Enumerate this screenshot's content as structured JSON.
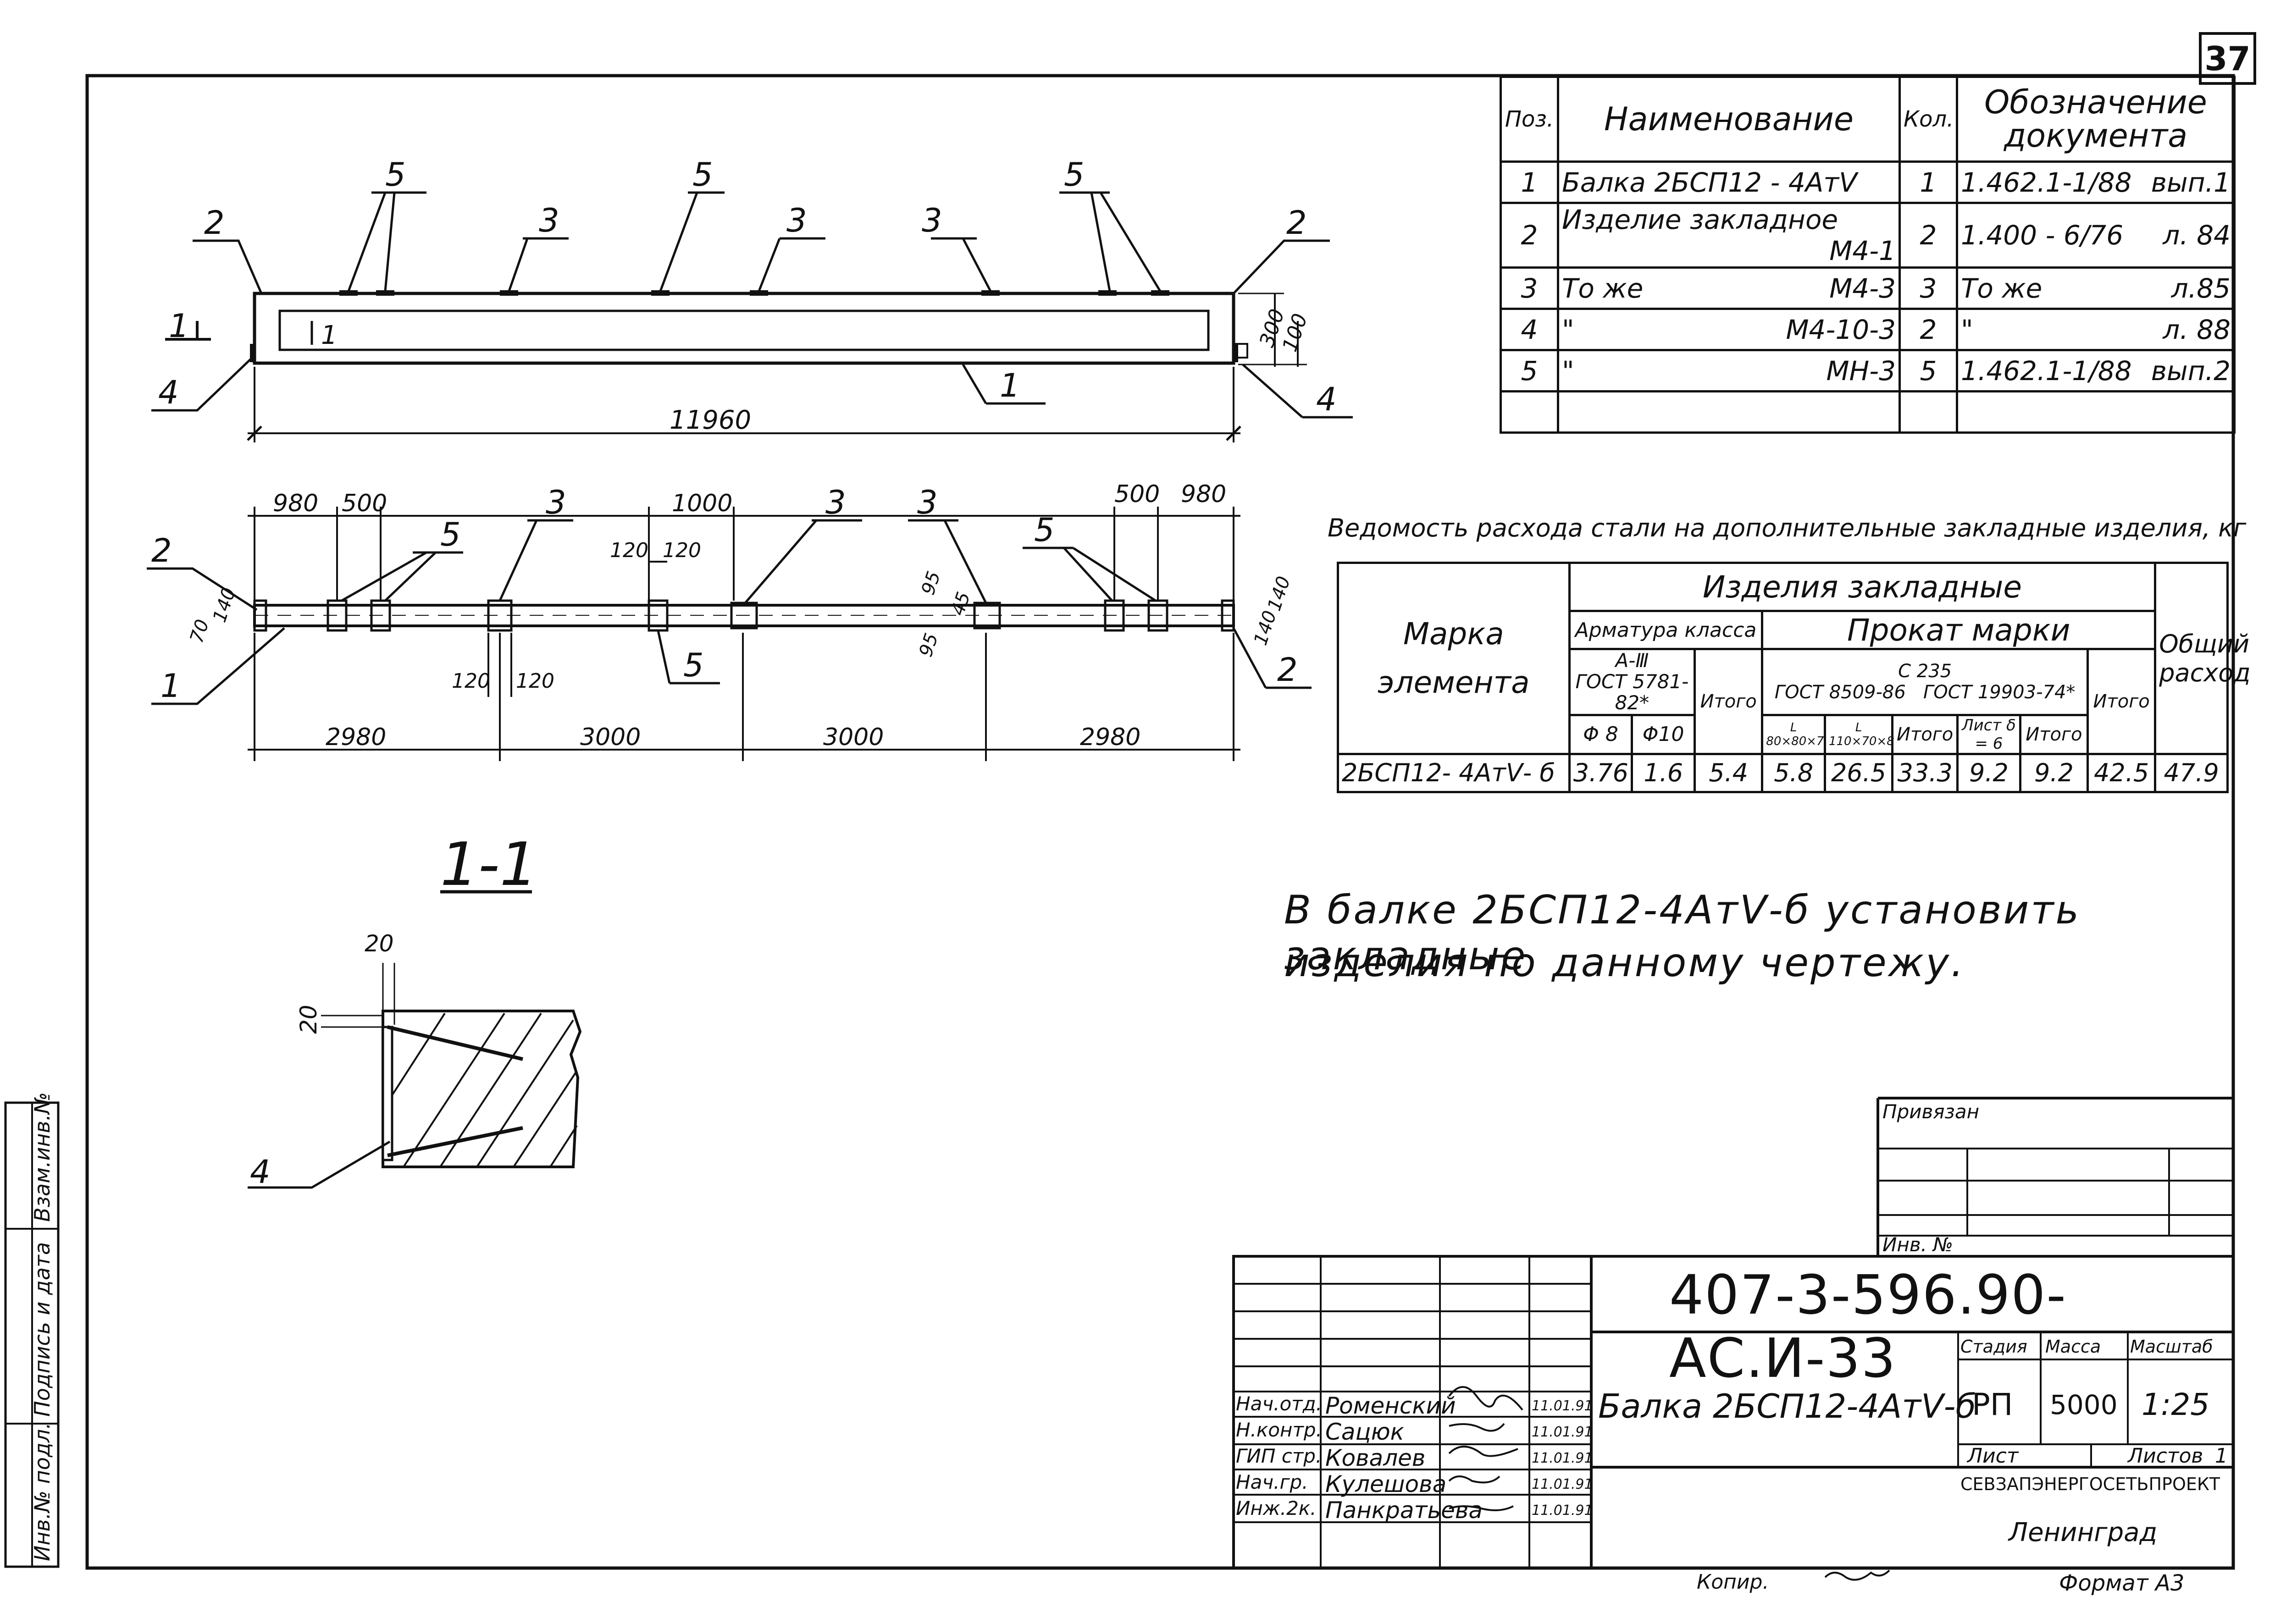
{
  "sheet_number": "37",
  "spec_table": {
    "headers": [
      "Поз.",
      "Наименование",
      "Кол.",
      "Обозначение документа"
    ],
    "rows": [
      {
        "pos": "1",
        "name": "Балка 2БСП12 - 4АтⅤ",
        "mark": "",
        "qty": "1",
        "doc": "1.462.1-1/88",
        "sheet": "вып.1"
      },
      {
        "pos": "2",
        "name": "Изделие закладное",
        "mark": "М4-1",
        "qty": "2",
        "doc": "1.400 - 6/76",
        "sheet": "л. 84"
      },
      {
        "pos": "3",
        "name": "То же",
        "mark": "М4-3",
        "qty": "3",
        "doc": "То же",
        "sheet": "л.85"
      },
      {
        "pos": "4",
        "name": "\"",
        "mark": "М4-10-3",
        "qty": "2",
        "doc": "\"",
        "sheet": "л. 88"
      },
      {
        "pos": "5",
        "name": "\"",
        "mark": "МН-3",
        "qty": "5",
        "doc": "1.462.1-1/88",
        "sheet": "вып.2"
      },
      {
        "pos": "",
        "name": "",
        "mark": "",
        "qty": "",
        "doc": "",
        "sheet": ""
      }
    ]
  },
  "steel_table": {
    "title": "Ведомость расхода стали на дополнительные закладные изделия, кг",
    "h_mark": "Марка элемента",
    "h_products": "Изделия закладные",
    "h_rebar": "Арматура класса",
    "h_rolled": "Прокат марки",
    "h_total": "Общий расход",
    "h_a3": "А-Ⅲ",
    "h_gost_a": "ГОСТ 5781-82*",
    "h_itogo": "Итого",
    "h_c235": "С 235",
    "h_gost_b": "ГОСТ 8509-86",
    "h_gost_c": "ГОСТ 19903-74*",
    "h_f8": "Φ 8",
    "h_f10": "Φ10",
    "h_l1": "L 80×80×7",
    "h_l2": "L 110×70×8",
    "h_sheet": "Лист δ = 6",
    "row": {
      "mark": "2БСП12- 4АтⅤ- б",
      "values": [
        "3.76",
        "1.6",
        "5.4",
        "5.8",
        "26.5",
        "33.3",
        "9.2",
        "9.2",
        "42.5",
        "47.9"
      ]
    }
  },
  "note": {
    "line1": "В балке 2БСП12-4АтⅤ-б  установить закладные",
    "line2": "изделия  по данному  чертежу."
  },
  "drawing": {
    "length": "11960",
    "h300": "300",
    "h100": "100",
    "top_dims": [
      "980",
      "500",
      "1000",
      "500",
      "980"
    ],
    "d120": "120",
    "d95": "95",
    "d45": "45",
    "d140": "140",
    "d70": "70",
    "bottom_dims": [
      "2980",
      "3000",
      "3000",
      "2980"
    ],
    "callouts": [
      "1",
      "2",
      "3",
      "4",
      "5"
    ],
    "section_mark": "1",
    "section_title": "1-1",
    "d20": "20"
  },
  "title_block": {
    "tied": "Привязан",
    "inv": "Инв. №",
    "code": "407-3-596.90-АС.И-33",
    "title": "Балка 2БСП12-4АтⅤ-б",
    "stage_h": "Стадия",
    "mass_h": "Масса",
    "scale_h": "Масштаб",
    "stage": "РП",
    "mass": "5000",
    "scale": "1:25",
    "sheet_h": "Лист",
    "sheets_h": "Листов",
    "sheets": "1",
    "org": "СЕВЗАПЭНЕРГОСЕТЬПРОЕКТ",
    "city": "Ленинград",
    "copied": "Копир.",
    "format": "Формат А3",
    "staff": [
      {
        "role": "Нач.отд.",
        "name": "Роменский",
        "date": "11.01.91"
      },
      {
        "role": "Н.контр.",
        "name": "Сацюк",
        "date": "11.01.91"
      },
      {
        "role": "ГИП стр.",
        "name": "Ковалев",
        "date": "11.01.91"
      },
      {
        "role": "Нач.гр.",
        "name": "Кулешова",
        "date": "11.01.91"
      },
      {
        "role": "Инж.2к.",
        "name": "Панкратьева",
        "date": "11.01.91"
      }
    ]
  },
  "side_stamp": [
    "Инв.№ подл.",
    "Подпись и дата",
    "Взам.инв.№"
  ]
}
